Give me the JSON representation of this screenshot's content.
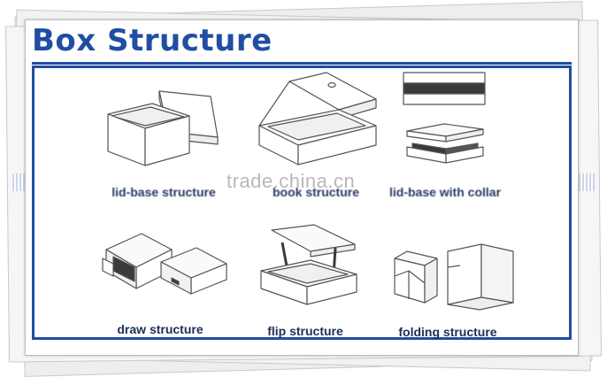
{
  "title": "Box Structure",
  "watermark": "trade.china.cn",
  "labels": {
    "lid_base": "lid-base structure",
    "book": "book structure",
    "lid_collar": "lid-base with collar",
    "draw": "draw structure",
    "flip": "flip structure",
    "folding": "folding structure"
  },
  "colors": {
    "title_blue": "#1f4ea3",
    "label_navy": "#1c2e57",
    "line_gray": "#555555",
    "dark_fill": "#3a3a3a"
  }
}
